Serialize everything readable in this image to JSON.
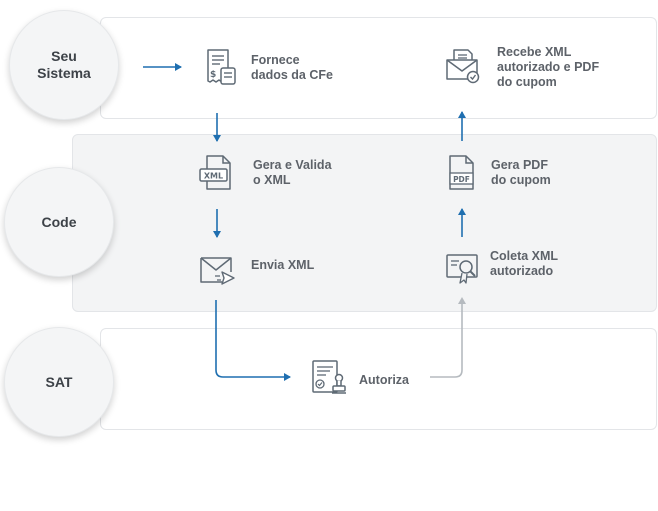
{
  "lanes": [
    {
      "label": "Seu\nSistema"
    },
    {
      "label": "Code"
    },
    {
      "label": "SAT"
    }
  ],
  "steps": {
    "fornece": "Fornece\ndados da CFe",
    "recebe": "Recebe XML\nautorizado e PDF\ndo cupom",
    "gera_valida": "Gera e Valida\no XML",
    "gera_pdf": "Gera PDF\ndo cupom",
    "envia": "Envia XML",
    "coleta": "Coleta XML\nautorizado",
    "autoriza": "Autoriza"
  },
  "icon_text": {
    "xml": "XML",
    "pdf": "PDF"
  },
  "colors": {
    "arrow_blue": "#1f6fb0",
    "arrow_grey": "#b5babf",
    "icon": "#5f6a75"
  },
  "icons": [
    "receipt-dollar-icon",
    "xml-file-icon",
    "envelope-send-icon",
    "certificate-stamp-icon",
    "search-certificate-icon",
    "pdf-file-icon",
    "envelope-check-icon"
  ]
}
